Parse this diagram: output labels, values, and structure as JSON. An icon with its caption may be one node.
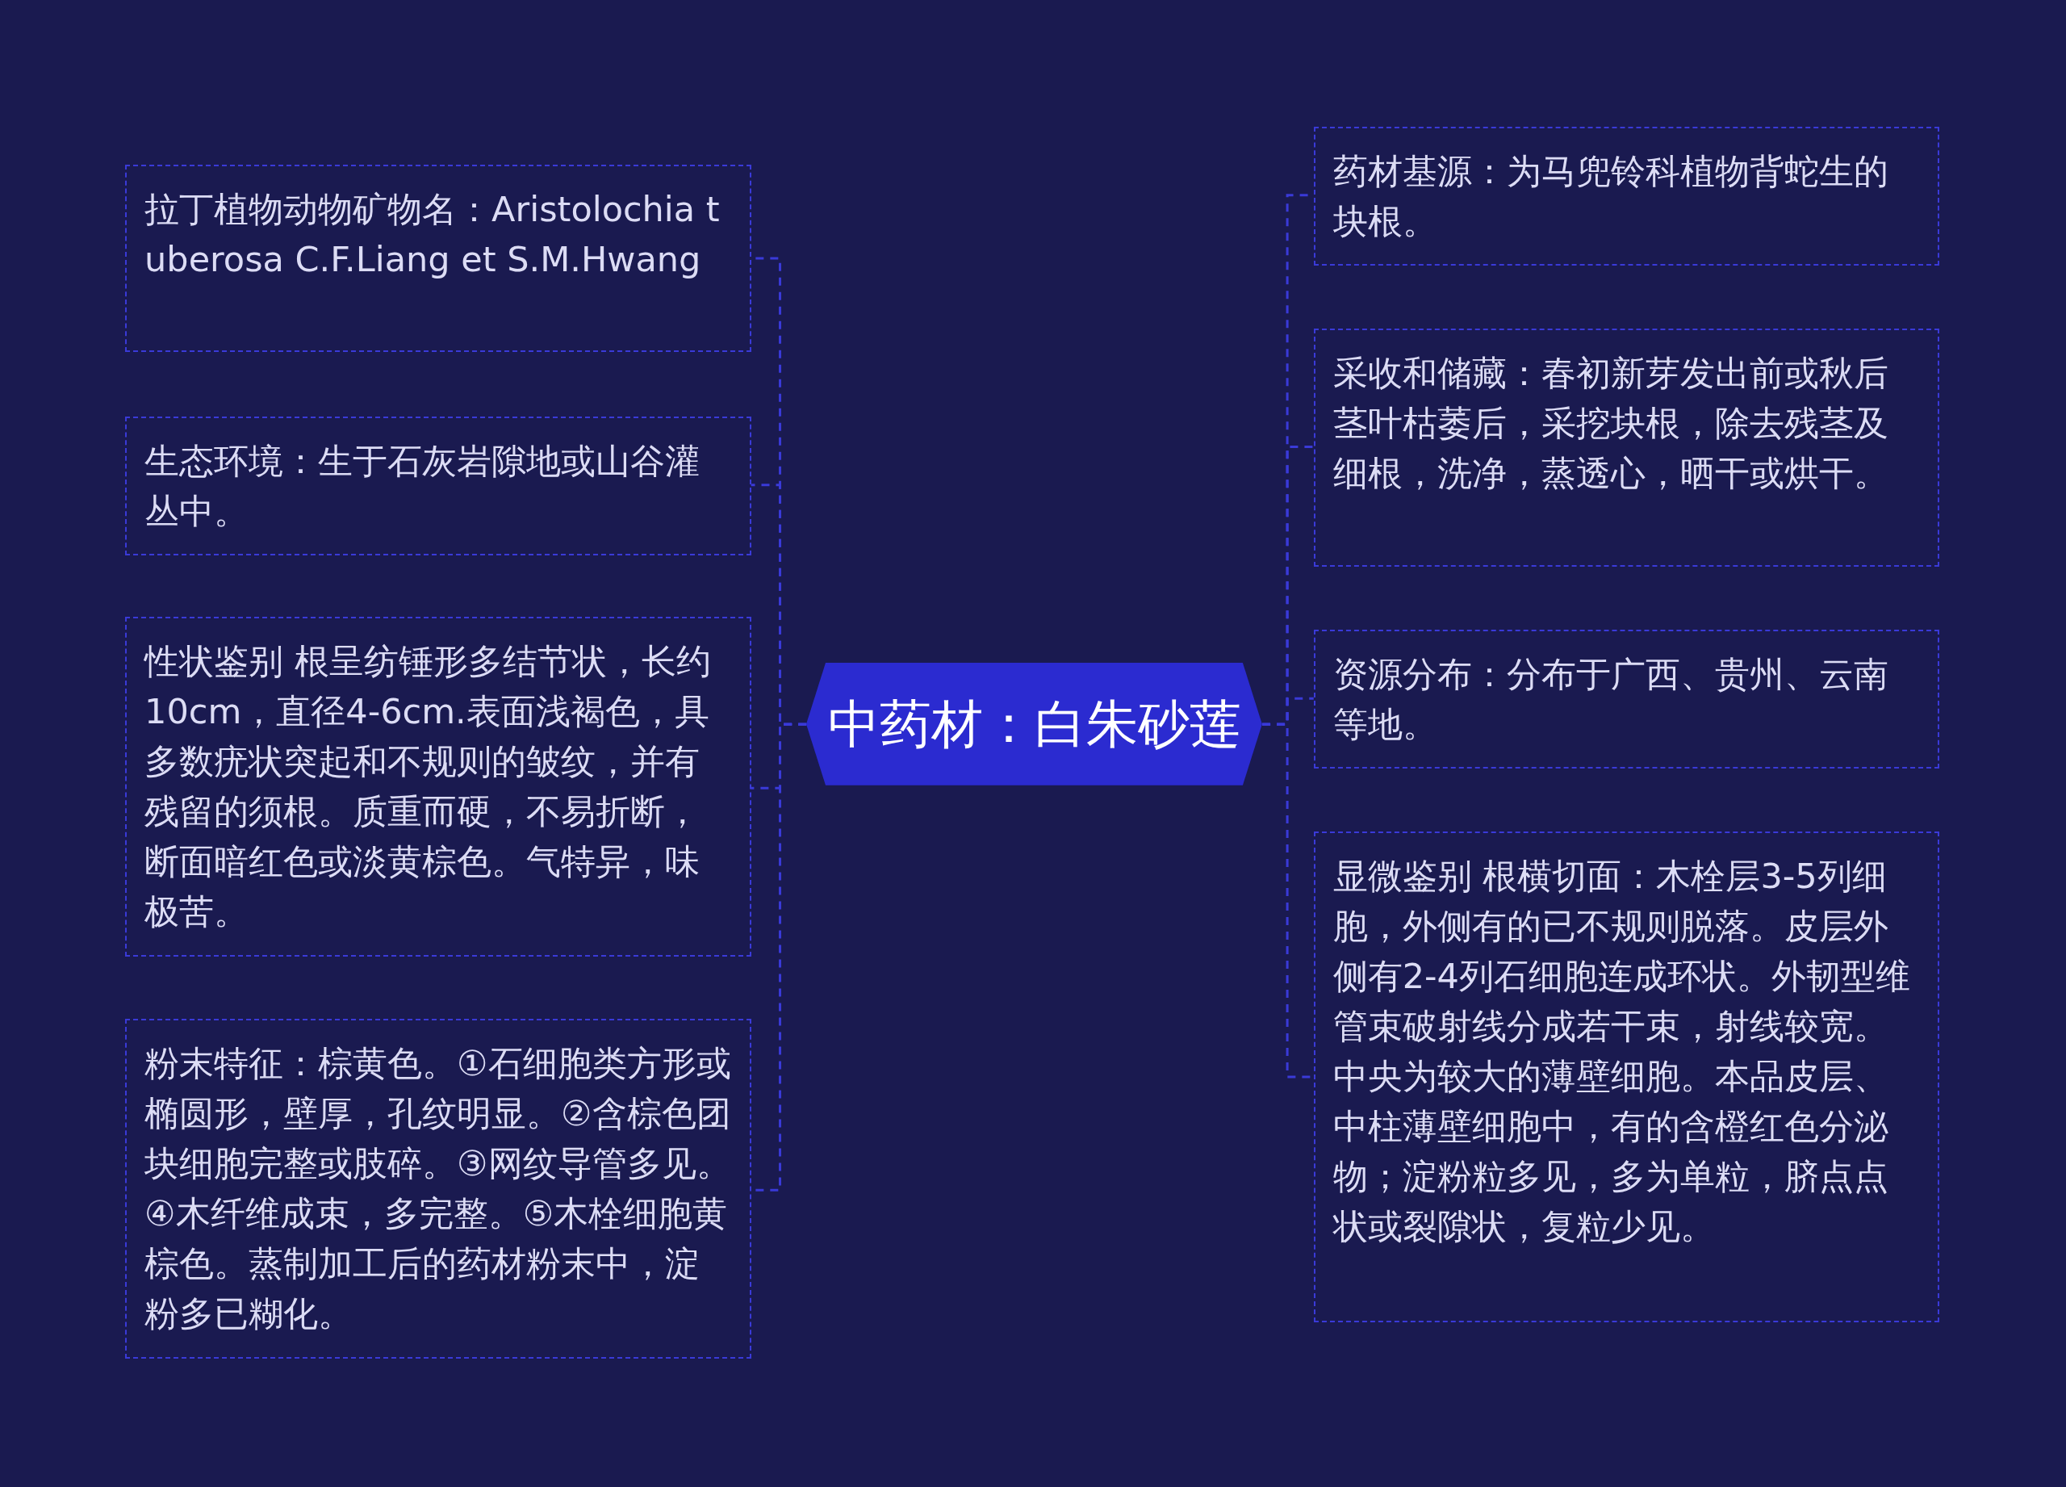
{
  "diagram": {
    "nodes": [
      {
        "text": [
          "中药材：白朱砂莲"
        ]
      },
      {
        "text": [
          "拉丁植物动物矿物名：Aristolochia tuberosa C.F.Liang et S.M.Hwang"
        ]
      },
      {
        "text": [
          "生态环境：生于石灰岩隙地或山谷灌丛中。"
        ]
      },
      {
        "text": [
          "性状鉴别 根呈纺锤形多结节状，长约10cm，直径4-6cm.表面浅褐色，具多数疣状突起和不规则的皱纹，并有残留的须根。质重而硬，不易折断，断面暗红色或淡黄棕色。气特异，味极苦。"
        ]
      },
      {
        "text": [
          "粉末特征：棕黄色。①石细胞类方形或椭圆形，壁厚，孔纹明显。②含棕色团块细胞完整或肢碎。③网纹导管多见。④木纤维成束，多完整。⑤木栓细胞黄棕色。蒸制加工后的药材粉末中，淀粉多已糊化。"
        ]
      },
      {
        "text": [
          "药材基源：为马兜铃科植物背蛇生的块根。"
        ]
      },
      {
        "text": [
          "采收和储藏：春初新芽发出前或秋后茎叶枯萎后，采挖块根，除去残茎及细根，洗净，蒸透心，晒干或烘干。"
        ]
      },
      {
        "text": [
          "资源分布：分布于广西、贵州、云南等地。"
        ]
      },
      {
        "text": [
          "显微鉴别 根横切面：木栓层3-5列细胞，外侧有的已不规则脱落。皮层外侧有2-4列石细胞连成环状。外韧型维管束破射线分成若干束，射线较宽。中央为较大的薄壁细胞。本品皮层、中柱薄壁细胞中，有的含橙红色分泌物；淀粉粒多见，多为单粒，脐点点状或裂隙状，复粒少见。"
        ]
      }
    ],
    "edges": [
      {
        "from": 0,
        "to": 1,
        "arrow": "none"
      },
      {
        "from": 0,
        "to": 2,
        "arrow": "none"
      },
      {
        "from": 0,
        "to": 3,
        "arrow": "none"
      },
      {
        "from": 0,
        "to": 4,
        "arrow": "none"
      },
      {
        "from": 0,
        "to": 5,
        "arrow": "none"
      },
      {
        "from": 0,
        "to": 6,
        "arrow": "none"
      },
      {
        "from": 0,
        "to": 7,
        "arrow": "none"
      },
      {
        "from": 0,
        "to": 8,
        "arrow": "none"
      }
    ]
  }
}
